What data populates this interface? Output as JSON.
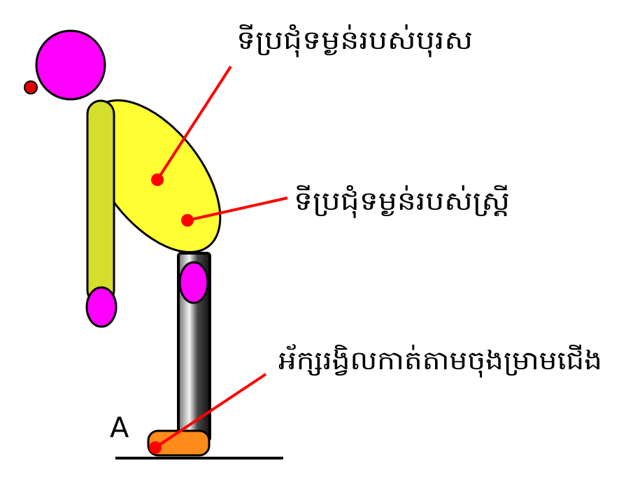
{
  "labels": {
    "man_center": "ទីប្រជុំទម្ងន់របស់បុរស",
    "woman_center": "ទីប្រជុំទម្ងន់របស់ស្ត្រី",
    "axis_line": "អ័ក្សរង្វិលកាត់តាមចុងម្រាមជើង",
    "point_a": "A"
  },
  "colors": {
    "head": "#ff00ff",
    "torso": "#ffff33",
    "arm": "#d6de2c",
    "hand": "#ff00ff",
    "knee": "#ff00ff",
    "foot": "#ff8c1a",
    "pointer": "#ff0000",
    "outline": "#000000",
    "ground": "#000000"
  }
}
